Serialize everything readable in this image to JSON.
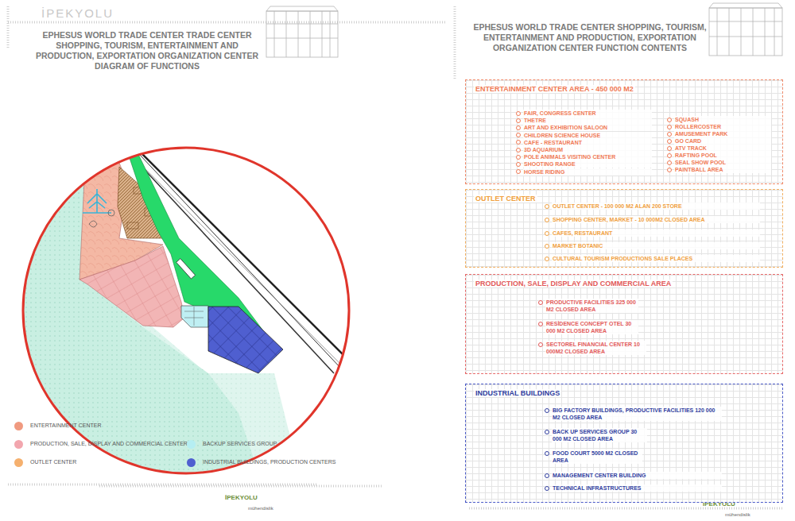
{
  "diagram": {
    "title": "EPHESUS WORLD TRADE CENTER TRADE CENTER SHOPPING, TOURISM, ENTERTAINMENT AND PRODUCTION, EXPORTATION ORGANIZATION CENTER DIAGRAM OF FUNCTIONS",
    "nodes": [
      {
        "text": [
          "ENTERTAINMENT CENTER AREA -  450 000 M2",
          "FAIR, CONGRESS CENTER",
          "THETRE",
          "ART AND EXHIBITION SALOON",
          "CHILDREN SCIENCE HOUSE",
          "CAFE - RESTAURANT",
          "3D AQUARIUM",
          "POLE ANIMALS VISITING CENTER",
          "SHOOTING RANGE",
          "HORSE RIDING",
          "SQUASH",
          "ROLLERCOSTER",
          "AMUSEMENT PARK",
          "GO CARD",
          "ATV TRACK",
          "RAFTING POOL",
          "SEAL SHOW POOL",
          "PAINTBALL AREA"
        ]
      },
      {
        "text": [
          "OUTLET CENTER",
          "OUTLET CENTER  -  100 000 M2 ALAN    200 STORE",
          "SHOPPING CENTER, MARKET  - 10 000M2 CLOSED AREA",
          "CAFES, RESTAURANT",
          "MARKET BOTANIC",
          "CULTURAL TOURISM PRODUCTIONS SALE PLACES"
        ]
      },
      {
        "text": [
          "PRODUCTION, SALE, DISPLAY AND COMMERCIAL AREA",
          "PRODUCTIVE FACILITIES 325 000 M2 CLOSED AREA",
          "RESİDENCE CONCEPT OTEL 30 000 M2 CLOSED AREA",
          "SECTOREL FINANCIAL CENTER 10 000M2 CLOSED AREA"
        ]
      },
      {
        "text": [
          "INDUSTRIAL BUILDINGS",
          "BIG FACTORY BUILDINGS, PRODUCTIVE FACILITIES 120 000 M2 CLOSED AREA",
          "BACK UP SERVICES GROUP 30 000 M2 CLOSED AREA",
          "FOOD COURT 5000 M2 CLOSED AREA",
          "MANAGEMENT CENTER BUILDING",
          "TECHNICAL INFRASTRUCTURES"
        ]
      }
    ],
    "labels": [
      "İPEKYOLU",
      "EPHESUS WORLD TRADE CENTER SHOPPING, TOURISM, ENTERTAINMENT AND PRODUCTION, EXPORTATION ORGANIZATION CENTER FUNCTION CONTENTS",
      "İPEKYOLU",
      "mühendislik",
      "İPEKYOLU",
      "mühendislik"
    ],
    "legend": [
      {
        "text": "ENTERTAINMENT CENTER",
        "color": "#f09a80"
      },
      {
        "text": "PRODUCTION, SALE, DISPLAY AND COMMERCIAL CENTER",
        "color": "#f2a6ae"
      },
      {
        "text": "OUTLET CENTER",
        "color": "#f5b06e"
      },
      {
        "text": "BACKUP SERVICES GROUP",
        "color": "#b5eef2"
      },
      {
        "text": "INDUSTRIAL BUILDINGS, PRODUCTION CENTERS",
        "color": "#4f5fd0"
      }
    ]
  }
}
